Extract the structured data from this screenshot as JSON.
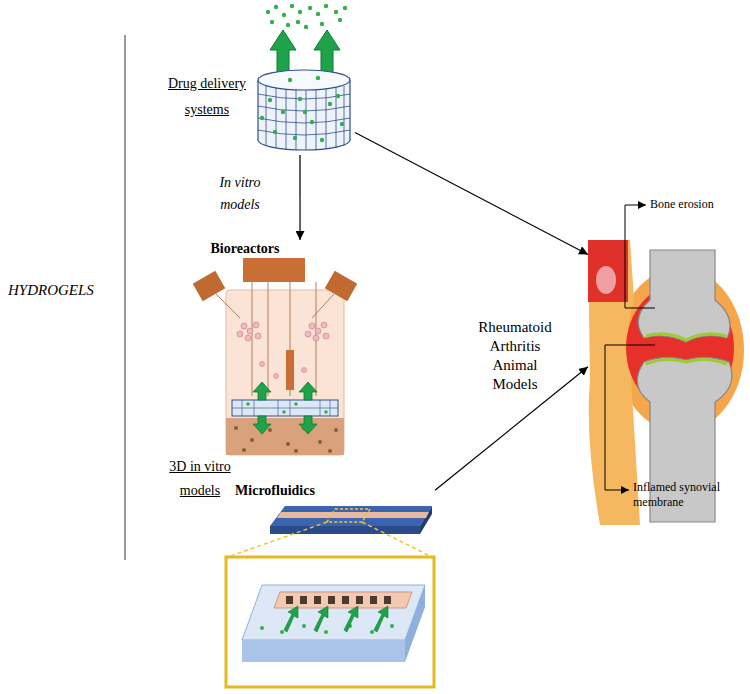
{
  "diagram": {
    "nodes": [
      {
        "text": [
          "Drug delivery systems"
        ]
      },
      {
        "text": [
          "Bioreactors"
        ]
      },
      {
        "text": [
          "Microfluidics"
        ]
      },
      {
        "text": [
          "Rheumatoid Arthritis Animal Models"
        ]
      }
    ],
    "edges": [
      {
        "from": 0,
        "to": 1,
        "arrow": "to",
        "label": "In vitro models"
      },
      {
        "from": 0,
        "to": 3,
        "arrow": "to"
      },
      {
        "from": 2,
        "to": 3,
        "arrow": "to"
      }
    ],
    "labels": [
      "HYDROGELS",
      "3D in vitro models",
      "Bone erosion",
      "Inflamed synovial membrane"
    ]
  }
}
